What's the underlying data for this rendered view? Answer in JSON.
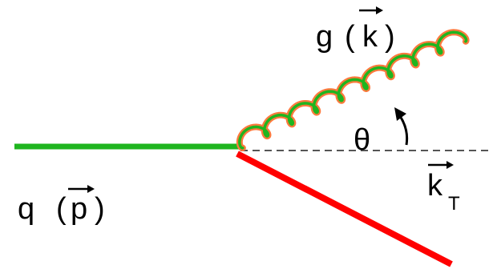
{
  "labels": {
    "gluon_symbol": "g",
    "gluon_momentum": "k",
    "quark_symbol": "q",
    "quark_momentum": "p",
    "angle": "θ",
    "transverse_momentum": "k",
    "transverse_subscript": "T",
    "open_paren": "(",
    "close_paren": ")"
  },
  "colors": {
    "incoming_quark": "#1fb51f",
    "outgoing_quark": "#ff0000",
    "gluon_outer": "#ff7a3d",
    "gluon_inner": "#1fb51f",
    "reference_line": "#555555",
    "text": "#000000"
  }
}
